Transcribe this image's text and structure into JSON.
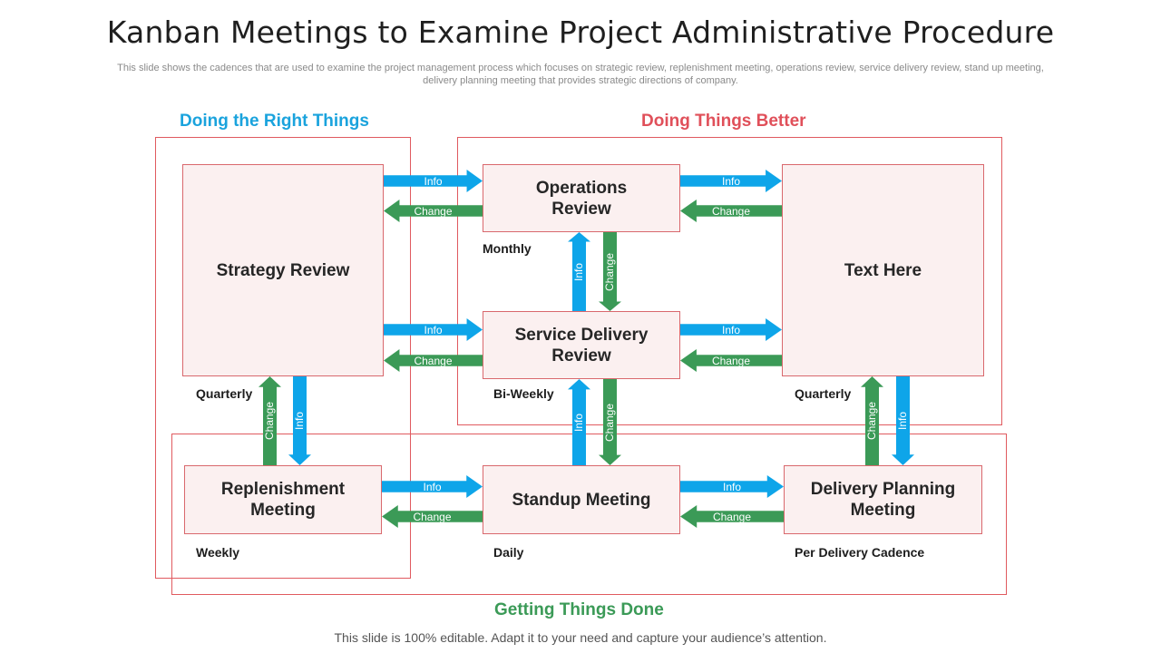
{
  "title": "Kanban Meetings to Examine Project Administrative Procedure",
  "subtitle": "This slide shows the cadences that are used to examine the project management process which focuses on strategic review, replenishment meeting, operations review, service delivery review, stand up meeting, delivery planning meeting that provides strategic directions of company.",
  "sections": {
    "right_things": "Doing the Right Things",
    "better": "Doing Things Better",
    "done": "Getting Things Done"
  },
  "boxes": {
    "strategy": "Strategy Review",
    "operations": "Operations Review",
    "text_here": "Text Here",
    "service": "Service Delivery Review",
    "replenishment": "Replenishment Meeting",
    "standup": "Standup Meeting",
    "delivery": "Delivery Planning Meeting"
  },
  "frequencies": {
    "monthly": "Monthly",
    "quarterly_left": "Quarterly",
    "biweekly": "Bi-Weekly",
    "quarterly_right": "Quarterly",
    "weekly": "Weekly",
    "daily": "Daily",
    "per_delivery": "Per Delivery Cadence"
  },
  "arrow_labels": {
    "info": "Info",
    "change": "Change"
  },
  "colors": {
    "info": "#0ea5e9",
    "change": "#3b9a57",
    "right_things": "#1aa3dd",
    "better": "#e0505a",
    "done": "#3b9a57"
  },
  "footer": "This slide is 100% editable. Adapt it to your need and capture your audience’s attention."
}
